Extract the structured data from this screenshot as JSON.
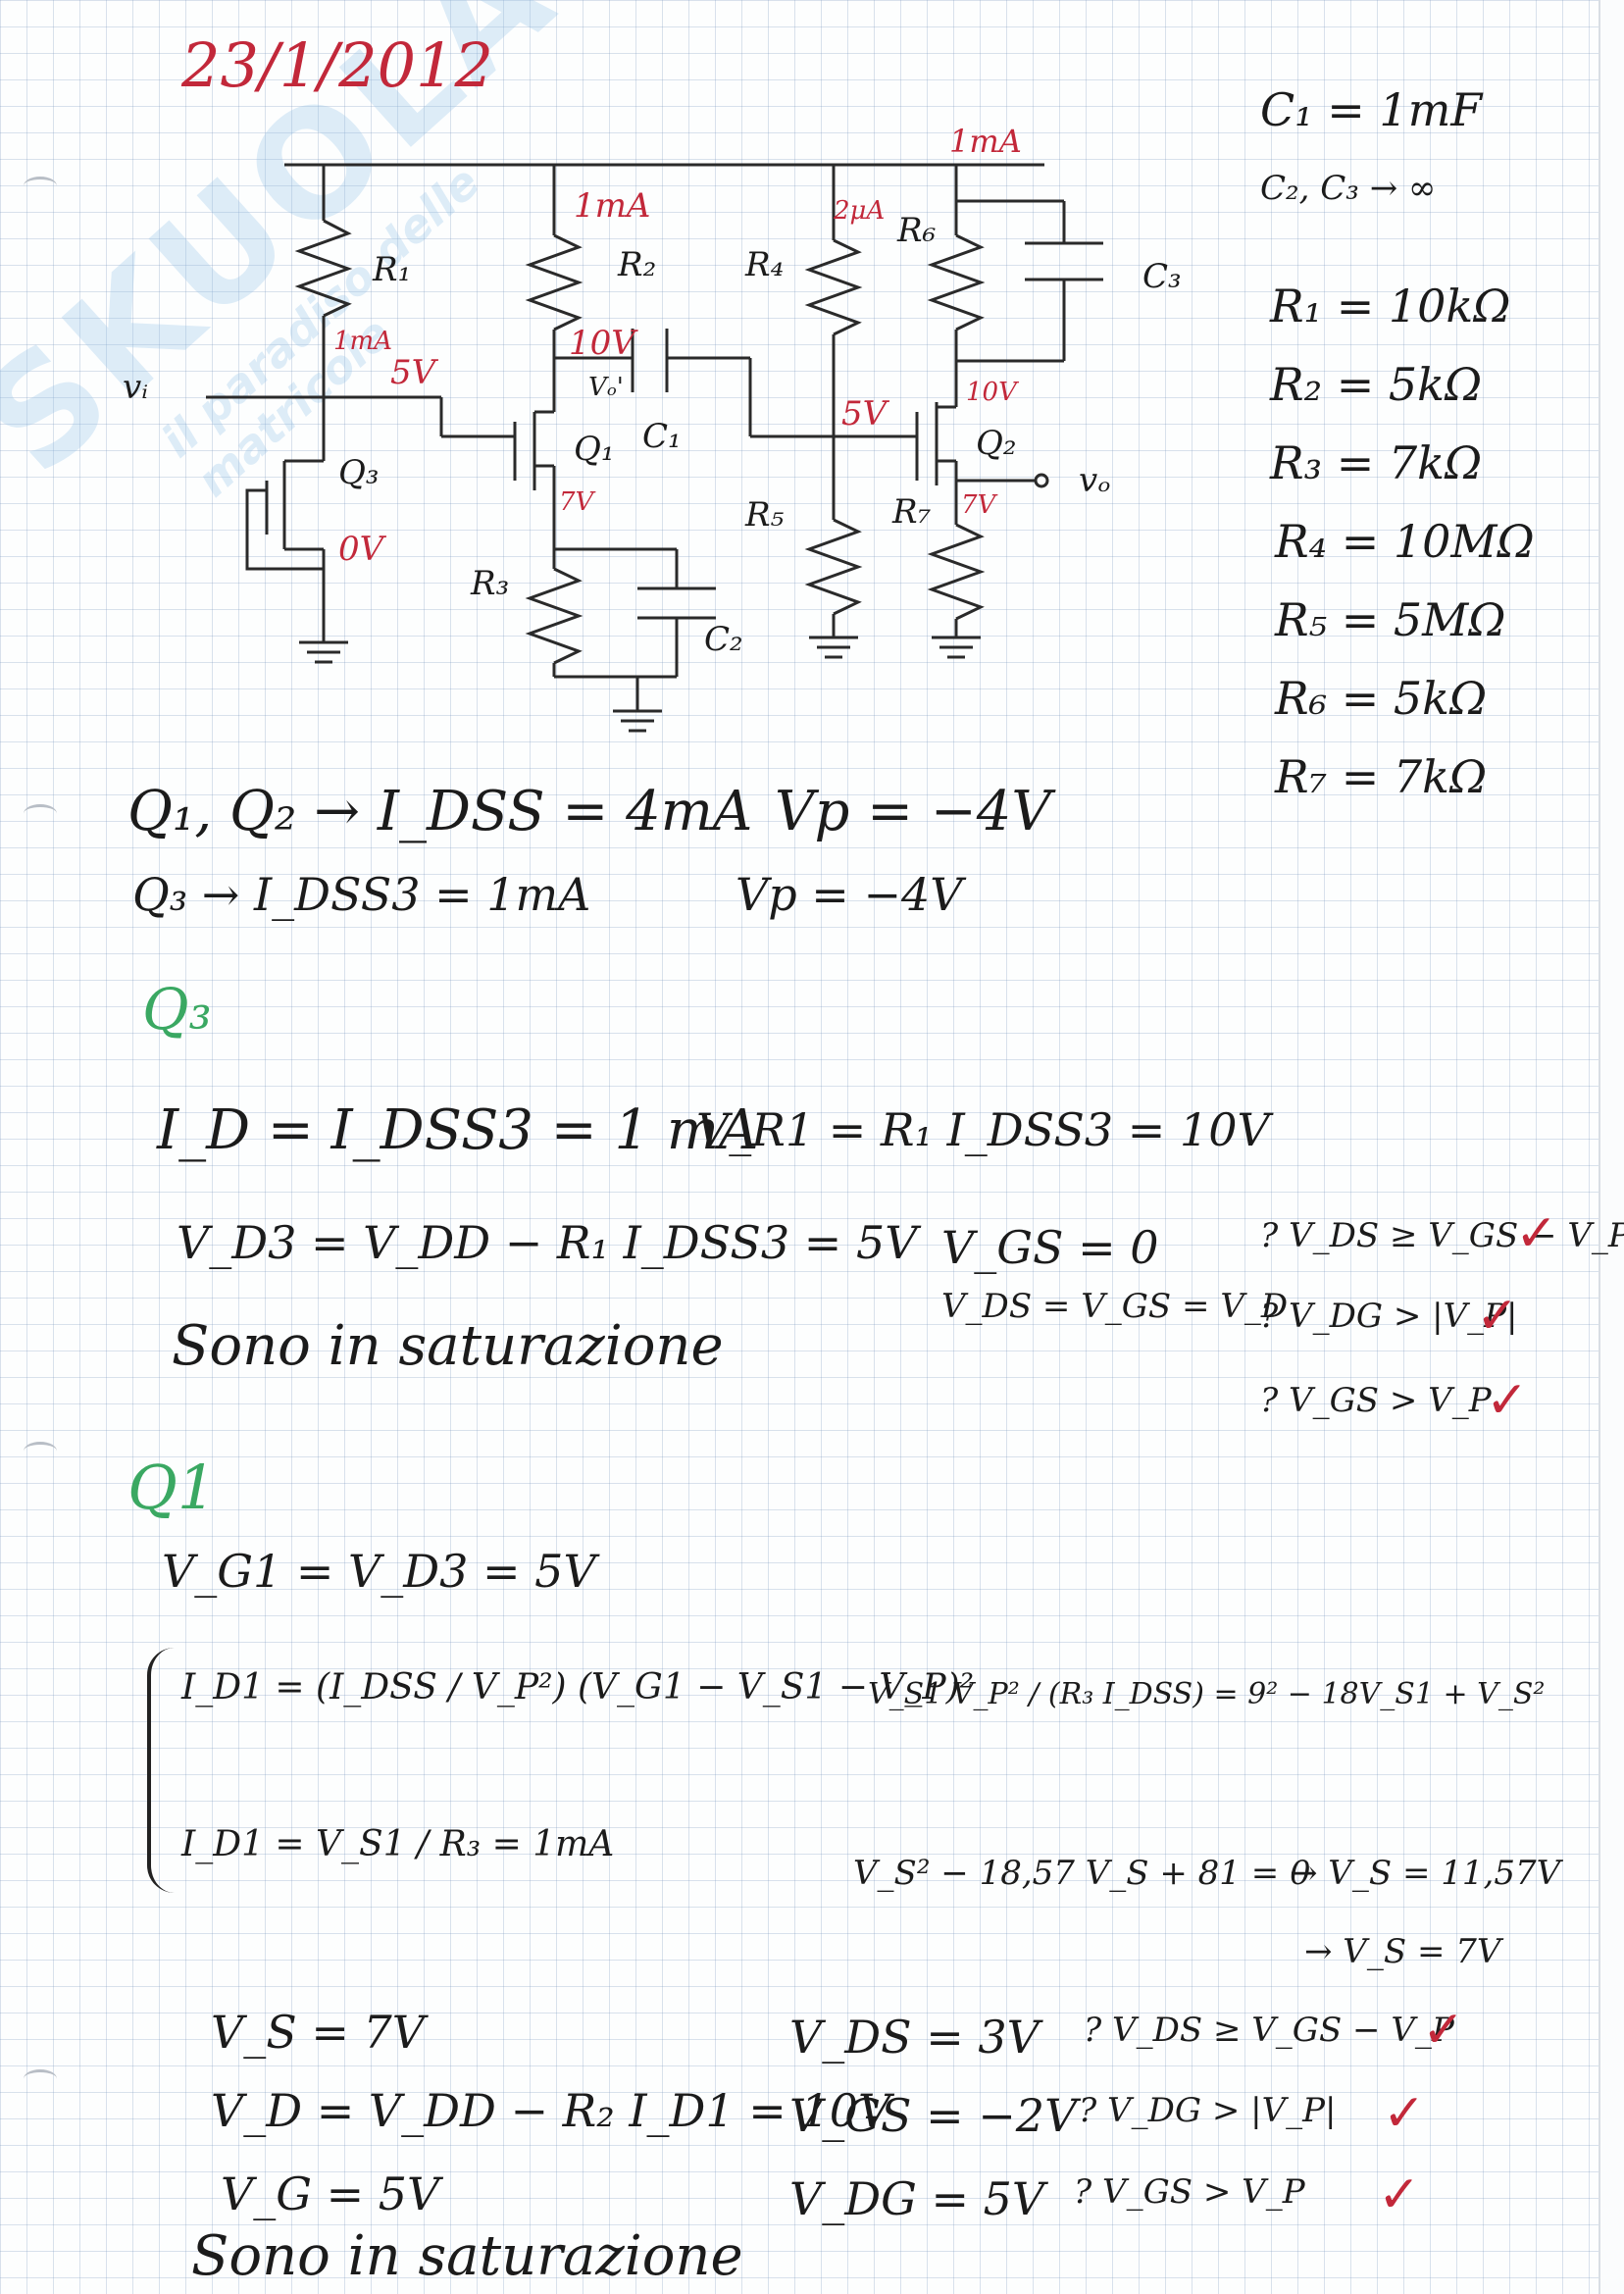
{
  "date": "23/1/2012",
  "values": {
    "c1": "C₁ = 1mF",
    "c2c3": "C₂, C₃ → ∞",
    "r1": "R₁ = 10kΩ",
    "r2": "R₂ = 5kΩ",
    "r3": "R₃ = 7kΩ",
    "r4": "R₄ = 10MΩ",
    "r5": "R₅ = 5MΩ",
    "r6": "R₆ = 5kΩ",
    "r7": "R₇ = 7kΩ"
  },
  "circuit": {
    "labels": {
      "r1": "R₁",
      "r2": "R₂",
      "r3": "R₃",
      "r4": "R₄",
      "r5": "R₅",
      "r6": "R₆",
      "r7": "R₇",
      "c1": "C₁",
      "c2": "C₂",
      "c3": "C₃",
      "q1": "Q₁",
      "q2": "Q₂",
      "q3": "Q₃",
      "vi": "vᵢ",
      "vo": "vₒ",
      "vo_prime": "Vₒ'"
    },
    "annotations": {
      "i_1ma_top": "1mA",
      "i_1ma_r2": "1mA",
      "i_2ua": "2μA",
      "i_1ma_r1": "1mA",
      "v_5v_q3": "5V",
      "v_10v_q1": "10V",
      "v_7v_q1": "7V",
      "v_0v": "0V",
      "v_5v_q2": "5V",
      "v_10v_q2": "10V",
      "v_7v_q2": "7V"
    }
  },
  "params": {
    "line1_left": "Q₁, Q₂ → I_DSS = 4mA",
    "line1_right": "Vp = −4V",
    "line2_left": "Q₃ → I_DSS3 = 1mA",
    "line2_right": "Vp = −4V"
  },
  "q3": {
    "heading": "Q₃",
    "l1a": "I_D = I_DSS3 = 1 mA",
    "l1b": "V_R1 = R₁ I_DSS3 = 10V",
    "l2": "V_D3 = V_DD − R₁ I_DSS3 = 5V",
    "l3": "Sono in saturazione",
    "c1": "V_GS = 0",
    "c2": "V_DS = V_GS = V_D",
    "k1": "? V_DS ≥ V_GS − V_P",
    "k2": "? V_DG > |V_P|",
    "k3": "? V_GS > V_P"
  },
  "q1": {
    "heading": "Q1",
    "l1": "V_G1 = V_D3 = 5V",
    "sys1": "I_D1 = (I_DSS / V_P²) (V_G1 − V_S1 − V_P)²",
    "sys2": "I_D1 = V_S1 / R₃ = 1mA",
    "eq_right": "V_S1 V_P² / (R₃ I_DSS) = 9² − 18V_S1 + V_S²",
    "quad": "V_S² − 18,57 V_S + 81 = 0",
    "root1": "→ V_S = 11,57V",
    "root2": "→ V_S = 7V",
    "r1": "V_S = 7V",
    "r2": "V_D = V_DD − R₂ I_D1 = 10V",
    "r3": "V_G = 5V",
    "m1": "V_DS = 3V",
    "m2": "V_GS = −2V",
    "m3": "V_DG = 5V",
    "k1": "? V_DS ≥ V_GS − V_P",
    "k2": "? V_DG > |V_P|",
    "k3": "? V_GS > V_P",
    "sat": "Sono in saturazione"
  },
  "checkmark": "✓",
  "watermark": {
    "brand": "SKUOLA.net",
    "tagline": "il paradiso delle matricole"
  }
}
